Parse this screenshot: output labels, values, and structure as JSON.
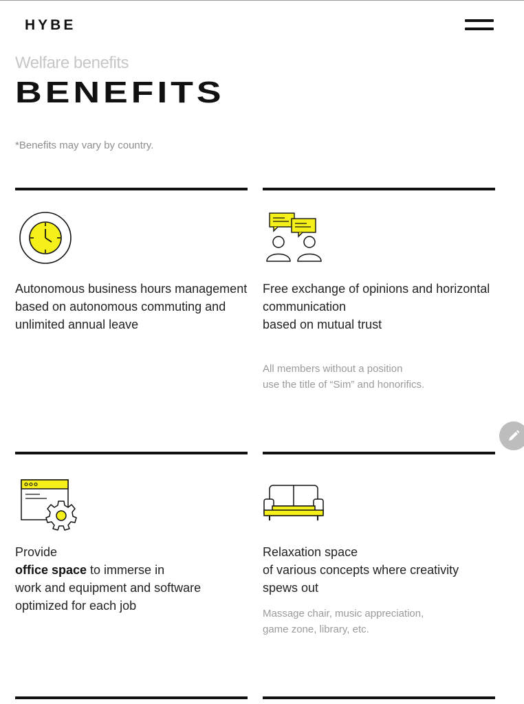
{
  "header": {
    "logo": "HYBE",
    "menu_icon": "hamburger-icon"
  },
  "page": {
    "subtitle": "Welfare benefits",
    "title": "BENEFITS",
    "note": "*Benefits may vary by country."
  },
  "benefits": [
    {
      "icon": "clock-icon",
      "lines": [
        "Autonomous business hours management",
        "based on autonomous commuting and",
        "unlimited annual leave"
      ],
      "sub": []
    },
    {
      "icon": "conversation-icon",
      "lines": [
        "Free exchange of opinions and horizontal",
        "communication",
        "based on mutual trust"
      ],
      "sub": [
        "All members without a position",
        "use the title of “Sim” and honorifics."
      ]
    },
    {
      "icon": "workspace-settings-icon",
      "line1": "Provide",
      "line2_bold": "office space",
      "line2_rest": " to immerse in",
      "line3": "work and equipment and software",
      "line4": "optimized for each job",
      "sub": []
    },
    {
      "icon": "sofa-icon",
      "lines": [
        "Relaxation space",
        "of various concepts where creativity",
        "spews out"
      ],
      "sub": [
        "Massage chair, music appreciation,",
        "game zone, library, etc."
      ]
    }
  ],
  "colors": {
    "accent": "#f5ef1a",
    "text": "#1a1a1a",
    "muted": "#9a9a9a"
  },
  "floating": {
    "edit_icon": "pencil-icon"
  }
}
